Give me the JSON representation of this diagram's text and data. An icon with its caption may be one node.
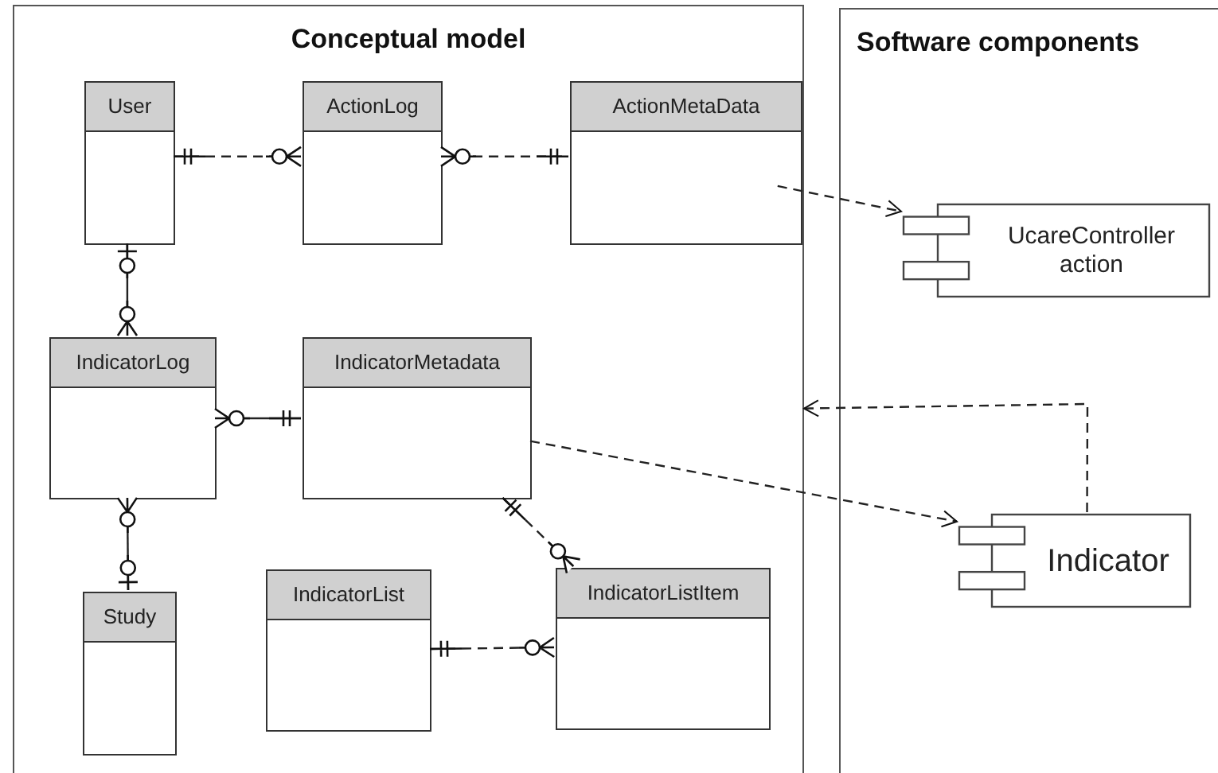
{
  "diagram": {
    "nodes": [
      {
        "text": [
          "Conceptual model"
        ]
      },
      {
        "text": [
          "Software components"
        ]
      },
      {
        "text": [
          "User"
        ],
        "in": 0
      },
      {
        "text": [
          "ActionLog"
        ],
        "in": 0
      },
      {
        "text": [
          "ActionMetaData"
        ],
        "in": 0
      },
      {
        "text": [
          "IndicatorLog"
        ],
        "in": 0
      },
      {
        "text": [
          "IndicatorMetadata"
        ],
        "in": 0
      },
      {
        "text": [
          "Study"
        ],
        "in": 0
      },
      {
        "text": [
          "IndicatorList"
        ],
        "in": 0
      },
      {
        "text": [
          "IndicatorListItem"
        ],
        "in": 0
      },
      {
        "text": [
          "UcareController action"
        ],
        "in": 1
      },
      {
        "text": [
          "Indicator"
        ],
        "in": 1
      }
    ],
    "edges": [
      {
        "from": 2,
        "to": 3,
        "arrow": "other",
        "style": "dashed"
      },
      {
        "from": 3,
        "to": 4,
        "arrow": "other",
        "style": "dashed"
      },
      {
        "from": 2,
        "to": 5,
        "arrow": "other"
      },
      {
        "from": 5,
        "to": 6,
        "arrow": "other"
      },
      {
        "from": 5,
        "to": 7,
        "arrow": "other"
      },
      {
        "from": 6,
        "to": 9,
        "arrow": "other",
        "style": "dashed"
      },
      {
        "from": 8,
        "to": 9,
        "arrow": "other",
        "style": "dashed"
      },
      {
        "from": 4,
        "to": 10,
        "arrow": "to",
        "style": "dashed"
      },
      {
        "from": 6,
        "to": 11,
        "arrow": "to",
        "style": "dashed"
      },
      {
        "from": 11,
        "to": 0,
        "arrow": "to",
        "style": "dashed"
      }
    ]
  }
}
